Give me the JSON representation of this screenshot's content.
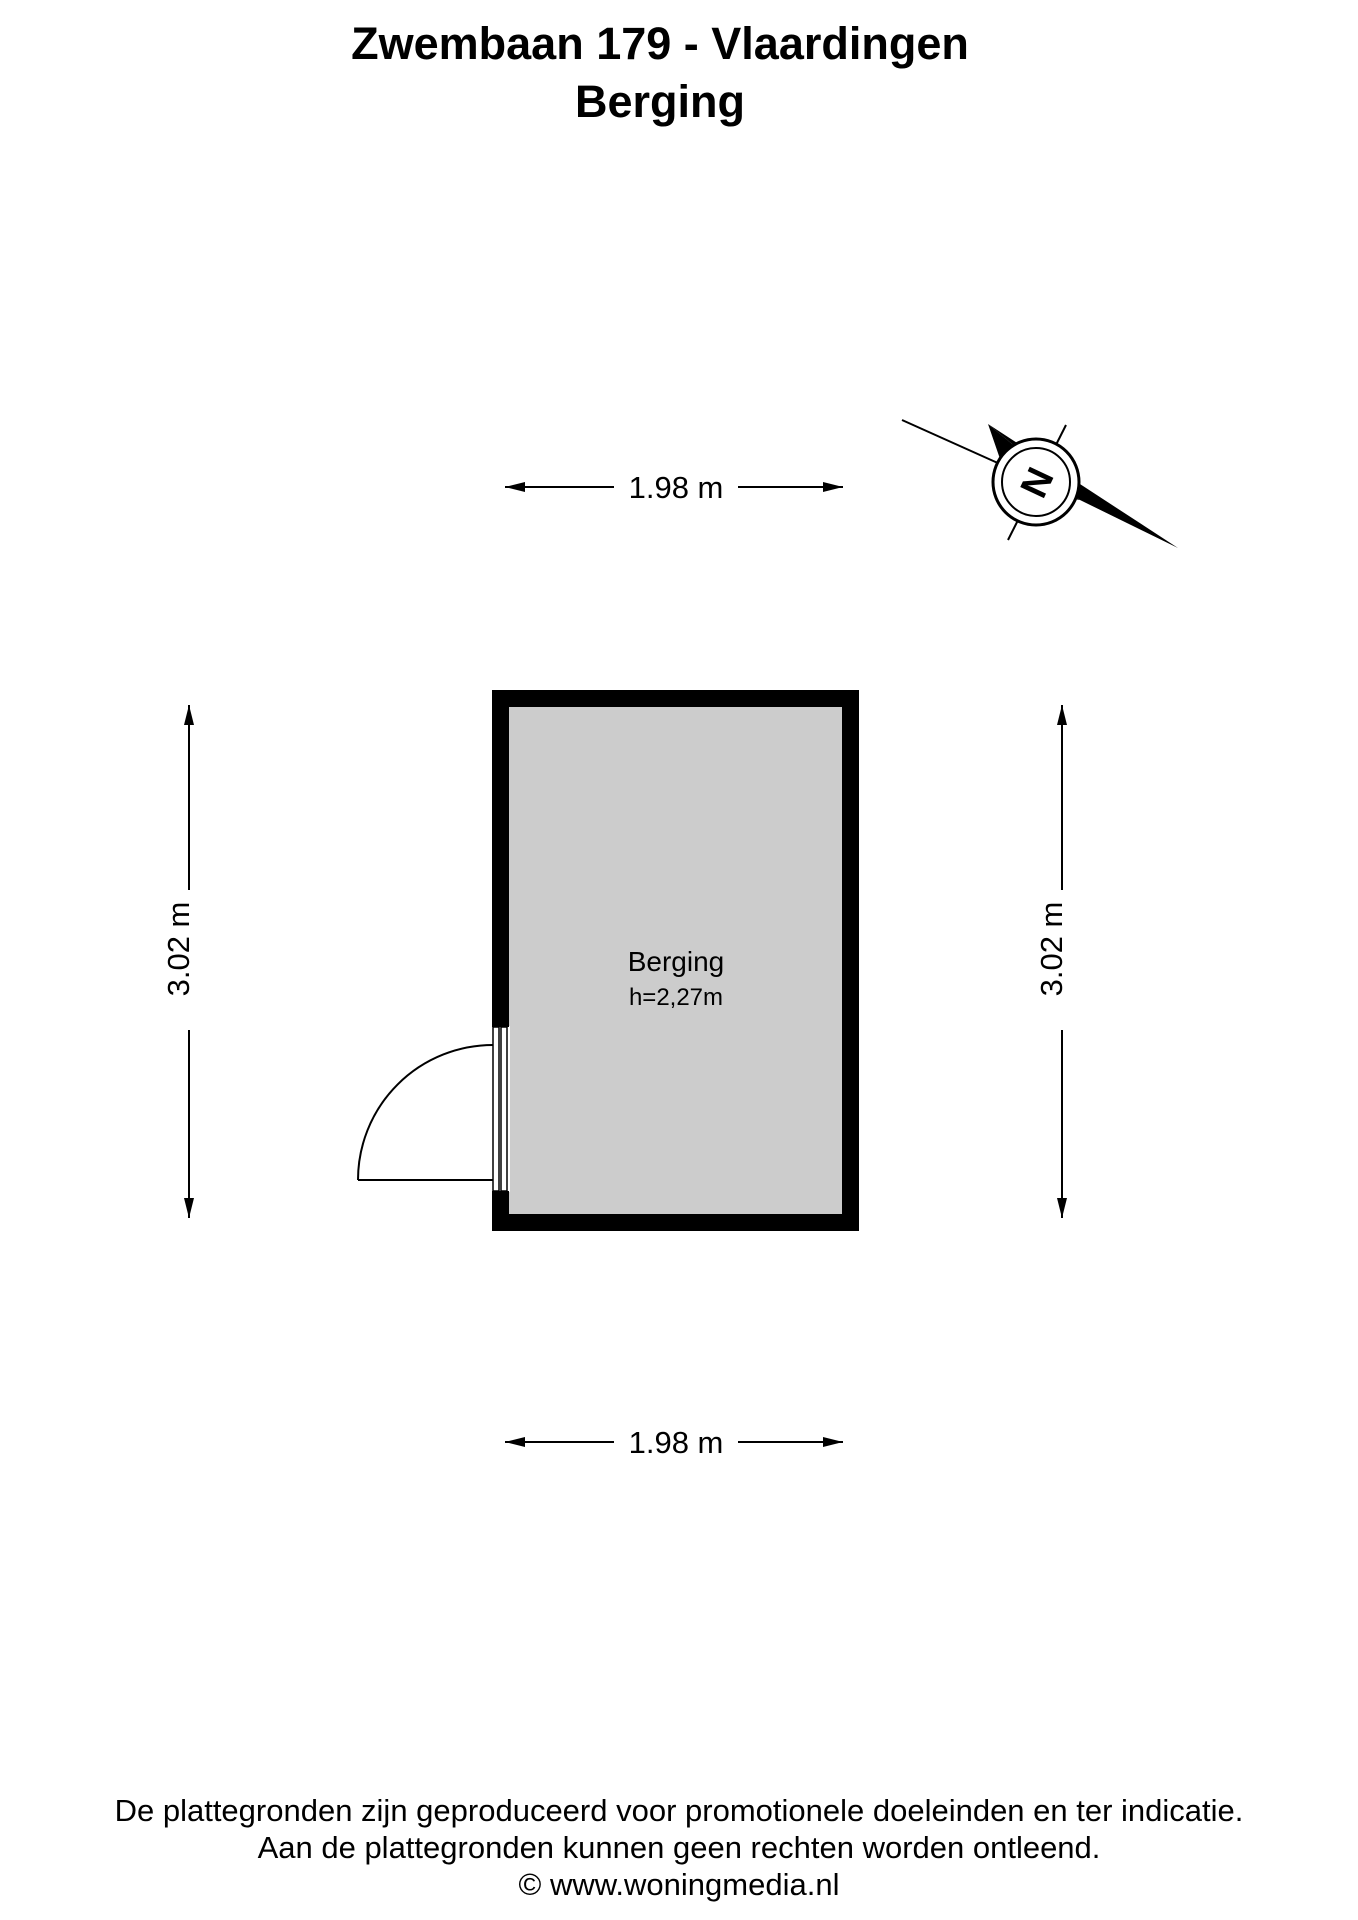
{
  "header": {
    "address": "Zwembaan 179 - Vlaardingen",
    "floor": "Berging"
  },
  "room": {
    "name": "Berging",
    "height_label": "h=2,27m",
    "fill_color": "#cccccc",
    "wall_color": "#000000"
  },
  "dimensions": {
    "top_width": "1.98 m",
    "bottom_width": "1.98 m",
    "left_height": "3.02 m",
    "right_height": "3.02 m"
  },
  "compass": {
    "label": "N",
    "icon": "north-compass-icon"
  },
  "footer": {
    "line1": "De plattegronden zijn geproduceerd voor promotionele doeleinden en ter indicatie.",
    "line2": "Aan de plattegronden kunnen geen rechten worden ontleend.",
    "line3": "© www.woningmedia.nl"
  }
}
